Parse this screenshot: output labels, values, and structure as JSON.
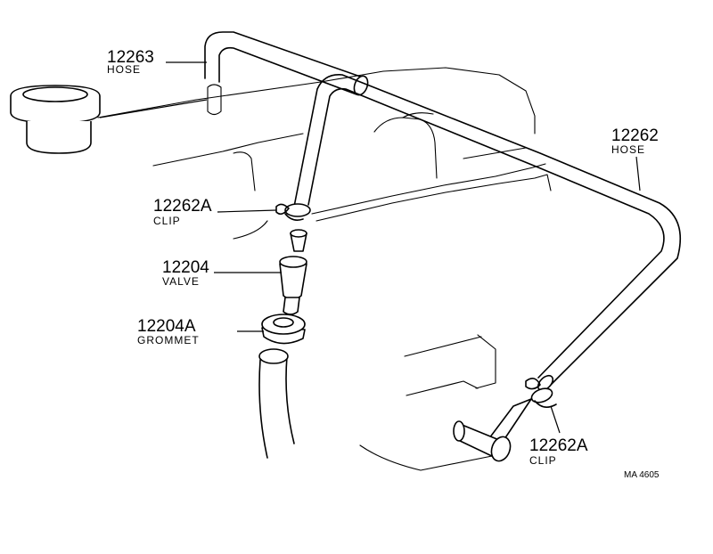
{
  "parts": [
    {
      "number": "12263",
      "name": "HOSE"
    },
    {
      "number": "12262",
      "name": "HOSE"
    },
    {
      "number": "12262A",
      "name": "CLIP"
    },
    {
      "number": "12204",
      "name": "VALVE"
    },
    {
      "number": "12204A",
      "name": "GROMMET"
    },
    {
      "number": "12262A",
      "name": "CLIP"
    }
  ],
  "diagram_code": "MA 4605"
}
